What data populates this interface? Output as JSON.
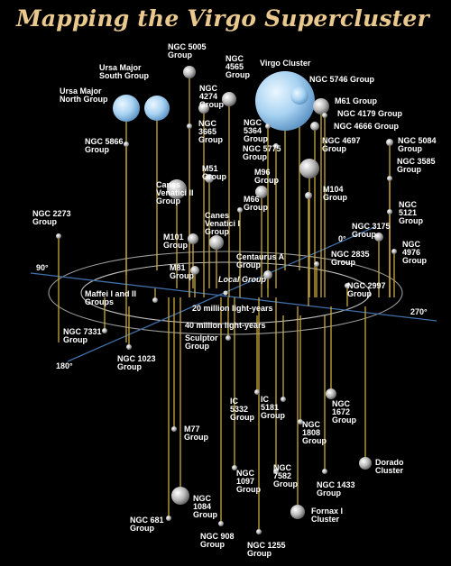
{
  "title": "Mapping the Virgo Supercluster",
  "rings": {
    "inner": "20 million light-years",
    "outer": "40 million light-years"
  },
  "axis_labels": {
    "deg0": "0°",
    "deg90": "90°",
    "deg180": "180°",
    "deg270": "270°"
  },
  "local_group": "Local Group",
  "colors": {
    "stem": "#c9a93b",
    "blue": "#a9d3f2",
    "gray": "#b9b9b9",
    "title": "#e9c98d"
  },
  "groups": [
    {
      "label": "NGC 5005\nGroup",
      "color": "gray"
    },
    {
      "label": "Ursa Major\nSouth Group",
      "color": "blue"
    },
    {
      "label": "Ursa Major\nNorth Group",
      "color": "blue"
    },
    {
      "label": "NGC\n4565\nGroup",
      "color": "gray"
    },
    {
      "label": "Virgo Cluster",
      "color": "blue"
    },
    {
      "label": "NGC 5746 Group",
      "color": "blue"
    },
    {
      "label": "NGC\n4274\nGroup",
      "color": "gray"
    },
    {
      "label": "M61 Group",
      "color": "gray"
    },
    {
      "label": "NGC 4179 Group",
      "color": "gray"
    },
    {
      "label": "NGC 4666 Group",
      "color": "gray"
    },
    {
      "label": "NGC\n3665\nGroup",
      "color": "gray"
    },
    {
      "label": "NGC\n5364\nGroup",
      "color": "gray"
    },
    {
      "label": "NGC 5084\nGroup",
      "color": "gray"
    },
    {
      "label": "NGC 5866\nGroup",
      "color": "gray"
    },
    {
      "label": "NGC 5775\nGroup",
      "color": "gray"
    },
    {
      "label": "NGC 4697\nGroup",
      "color": "gray"
    },
    {
      "label": "NGC 3585\nGroup",
      "color": "gray"
    },
    {
      "label": "M51\nGroup",
      "color": "gray"
    },
    {
      "label": "Canes\nVenatici II\nGroup",
      "color": "gray"
    },
    {
      "label": "M96\nGroup",
      "color": "gray"
    },
    {
      "label": "M104\nGroup",
      "color": "gray"
    },
    {
      "label": "M66\nGroup",
      "color": "gray"
    },
    {
      "label": "Canes\nVenatici I\nGroup",
      "color": "gray"
    },
    {
      "label": "NGC\n5121\nGroup",
      "color": "gray"
    },
    {
      "label": "NGC 2273\nGroup",
      "color": "gray"
    },
    {
      "label": "NGC 3175\nGroup",
      "color": "gray"
    },
    {
      "label": "M101\nGroup",
      "color": "gray"
    },
    {
      "label": "NGC\n4976\nGroup",
      "color": "gray"
    },
    {
      "label": "Centaurus A\nGroup",
      "color": "gray"
    },
    {
      "label": "NGC 2835\nGroup",
      "color": "gray"
    },
    {
      "label": "M81\nGroup",
      "color": "gray"
    },
    {
      "label": "NGC 2997\nGroup",
      "color": "gray"
    },
    {
      "label": "Maffei I and II\nGroups",
      "color": "gray"
    },
    {
      "label": "NGC 7331\nGroup",
      "color": "gray"
    },
    {
      "label": "Sculptor\nGroup",
      "color": "gray"
    },
    {
      "label": "NGC 1023\nGroup",
      "color": "gray"
    },
    {
      "label": "IC\n5332\nGroup",
      "color": "gray"
    },
    {
      "label": "IC\n5181\nGroup",
      "color": "gray"
    },
    {
      "label": "NGC\n1672\nGroup",
      "color": "gray"
    },
    {
      "label": "NGC\n1808\nGroup",
      "color": "gray"
    },
    {
      "label": "M77\nGroup",
      "color": "gray"
    },
    {
      "label": "Dorado\nCluster",
      "color": "gray"
    },
    {
      "label": "NGC\n1097\nGroup",
      "color": "gray"
    },
    {
      "label": "NGC\n7582\nGroup",
      "color": "gray"
    },
    {
      "label": "NGC 1433\nGroup",
      "color": "gray"
    },
    {
      "label": "NGC\n1084\nGroup",
      "color": "gray"
    },
    {
      "label": "Fornax I\nCluster",
      "color": "gray"
    },
    {
      "label": "NGC 681\nGroup",
      "color": "gray"
    },
    {
      "label": "NGC 908\nGroup",
      "color": "gray"
    },
    {
      "label": "NGC 1255\nGroup",
      "color": "gray"
    }
  ]
}
